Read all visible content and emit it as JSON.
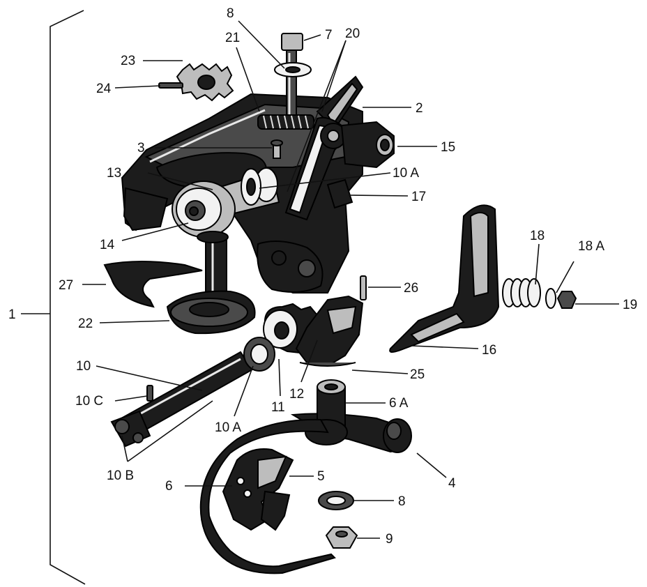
{
  "callouts": [
    {
      "id": "c1",
      "text": "1"
    },
    {
      "id": "c2",
      "text": "2"
    },
    {
      "id": "c3",
      "text": "3"
    },
    {
      "id": "c4",
      "text": "4"
    },
    {
      "id": "c5",
      "text": "5"
    },
    {
      "id": "c6",
      "text": "6"
    },
    {
      "id": "c6a",
      "text": "6 A"
    },
    {
      "id": "c7",
      "text": "7"
    },
    {
      "id": "c8top",
      "text": "8"
    },
    {
      "id": "c8bot",
      "text": "8"
    },
    {
      "id": "c9",
      "text": "9"
    },
    {
      "id": "c10",
      "text": "10"
    },
    {
      "id": "c10a-top",
      "text": "10 A"
    },
    {
      "id": "c10a-bot",
      "text": "10 A"
    },
    {
      "id": "c10b",
      "text": "10 B"
    },
    {
      "id": "c10c",
      "text": "10 C"
    },
    {
      "id": "c11",
      "text": "11"
    },
    {
      "id": "c12",
      "text": "12"
    },
    {
      "id": "c13",
      "text": "13"
    },
    {
      "id": "c14",
      "text": "14"
    },
    {
      "id": "c15",
      "text": "15"
    },
    {
      "id": "c16",
      "text": "16"
    },
    {
      "id": "c17",
      "text": "17"
    },
    {
      "id": "c18",
      "text": "18"
    },
    {
      "id": "c18a",
      "text": "18 A"
    },
    {
      "id": "c19",
      "text": "19"
    },
    {
      "id": "c20",
      "text": "20"
    },
    {
      "id": "c21",
      "text": "21"
    },
    {
      "id": "c22",
      "text": "22"
    },
    {
      "id": "c23",
      "text": "23"
    },
    {
      "id": "c24",
      "text": "24"
    },
    {
      "id": "c25",
      "text": "25"
    },
    {
      "id": "c26",
      "text": "26"
    },
    {
      "id": "c27",
      "text": "27"
    }
  ]
}
